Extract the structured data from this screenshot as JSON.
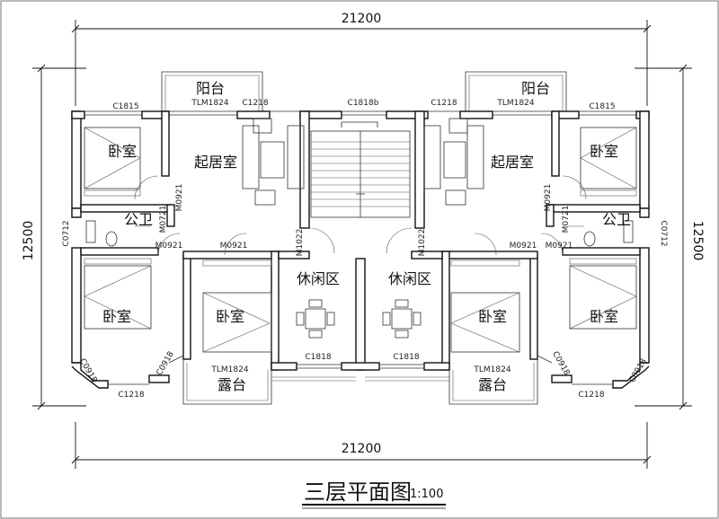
{
  "plan": {
    "title": "三层平面图",
    "scale": "1:100",
    "dimensions": {
      "top": "21200",
      "bottom": "21200",
      "left": "12500",
      "right": "12500"
    },
    "rooms": {
      "balcony_left": "阳台",
      "balcony_right": "阳台",
      "living_left": "起居室",
      "living_right": "起居室",
      "bedroom_tl": "卧室",
      "bedroom_tr": "卧室",
      "bath_left": "公卫",
      "bath_right": "公卫",
      "bedroom_bl1": "卧室",
      "bedroom_bl2": "卧室",
      "bedroom_br1": "卧室",
      "bedroom_br2": "卧室",
      "lounge_left": "休闲区",
      "lounge_right": "休闲区",
      "terrace_left": "露台",
      "terrace_right": "露台"
    },
    "tags": {
      "c1815_l": "C1815",
      "tlm1824_tl": "TLM1824",
      "c1218_tl": "C1218",
      "c1818b": "C1818b",
      "c1218_tr": "C1218",
      "tlm1824_tr": "TLM1824",
      "c1815_r": "C1815",
      "m0921_l": "M0921",
      "m0721_l": "M0721",
      "m1022_l": "M1022",
      "m1022_r": "M1022",
      "m0921_r": "M0921",
      "m0721_r": "M0721",
      "c0712_l": "C0712",
      "c0712_r": "C0712",
      "m0921_a": "M0921",
      "m0921_b": "M0921",
      "m0921_c": "M0921",
      "m0921_d": "M0921",
      "c1818_l": "C1818",
      "c1818_r": "C1818",
      "tlm1824_bl": "TLM1824",
      "tlm1824_br": "TLM1824",
      "c0918_a": "C0918",
      "c0918_b": "C0918",
      "c0918_c": "C0918",
      "c0918_d": "C0918",
      "c1218_bl": "C1218",
      "c1218_br": "C1218"
    }
  }
}
